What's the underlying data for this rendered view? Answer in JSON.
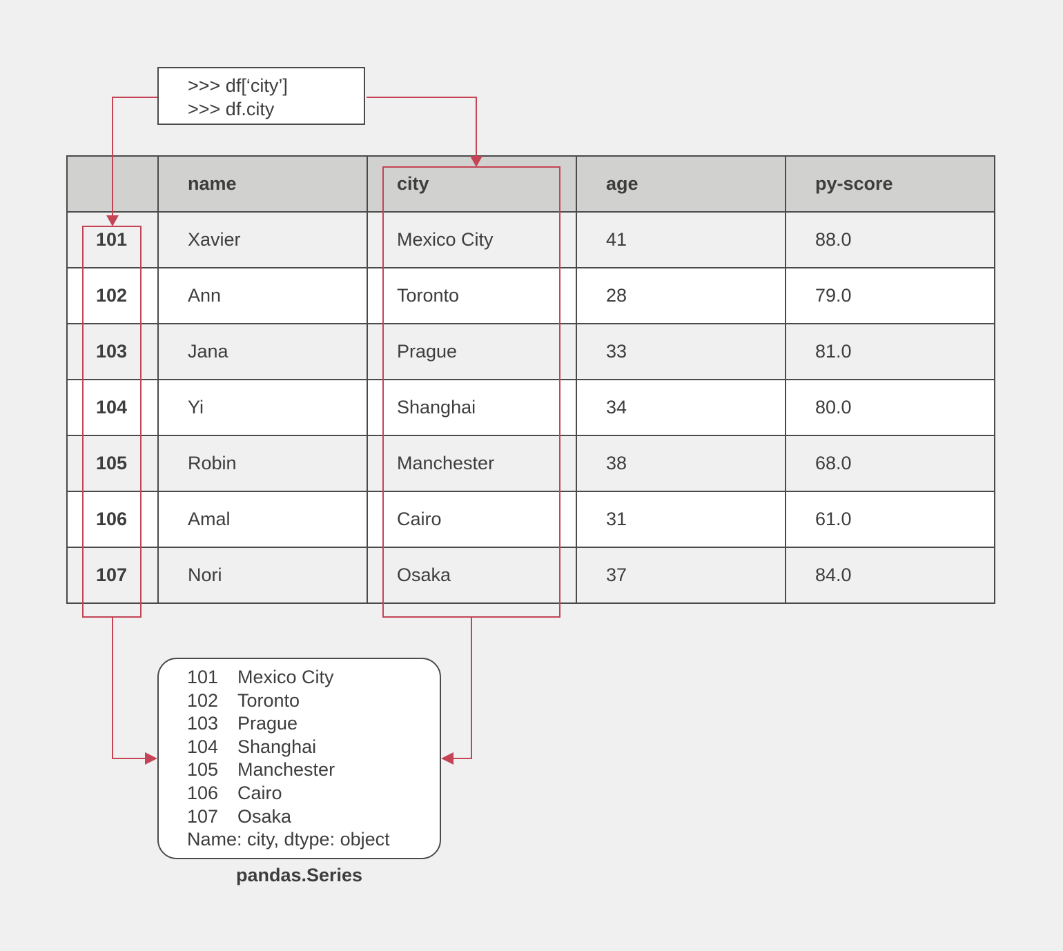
{
  "code": {
    "lines": [
      ">>> df[‘city’]",
      ">>> df.city"
    ]
  },
  "table": {
    "headers": [
      "",
      "name",
      "city",
      "age",
      "py-score"
    ],
    "rows": [
      {
        "index": "101",
        "name": "Xavier",
        "city": "Mexico City",
        "age": "41",
        "py_score": "88.0"
      },
      {
        "index": "102",
        "name": "Ann",
        "city": "Toronto",
        "age": "28",
        "py_score": "79.0"
      },
      {
        "index": "103",
        "name": "Jana",
        "city": "Prague",
        "age": "33",
        "py_score": "81.0"
      },
      {
        "index": "104",
        "name": "Yi",
        "city": "Shanghai",
        "age": "34",
        "py_score": "80.0"
      },
      {
        "index": "105",
        "name": "Robin",
        "city": "Manchester",
        "age": "38",
        "py_score": "68.0"
      },
      {
        "index": "106",
        "name": "Amal",
        "city": "Cairo",
        "age": "31",
        "py_score": "61.0"
      },
      {
        "index": "107",
        "name": "Nori",
        "city": "Osaka",
        "age": "37",
        "py_score": "84.0"
      }
    ]
  },
  "series": {
    "rows": [
      {
        "index": "101",
        "value": "Mexico City"
      },
      {
        "index": "102",
        "value": "Toronto"
      },
      {
        "index": "103",
        "value": "Prague"
      },
      {
        "index": "104",
        "value": "Shanghai"
      },
      {
        "index": "105",
        "value": "Manchester"
      },
      {
        "index": "106",
        "value": "Cairo"
      },
      {
        "index": "107",
        "value": "Osaka"
      }
    ],
    "footer": "Name: city, dtype: object",
    "caption": "pandas.Series"
  },
  "colors": {
    "highlight": "#c44455",
    "header_bg": "#d1d1d0",
    "border": "#4a4a4a",
    "text": "#3d3d3d"
  }
}
